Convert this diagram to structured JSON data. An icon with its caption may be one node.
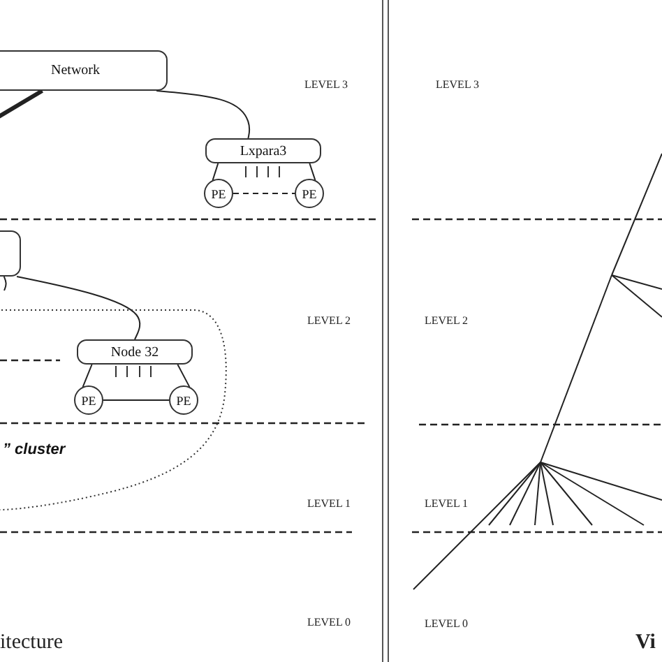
{
  "diagram": {
    "nodes": [
      {
        "text": [
          "Network"
        ]
      },
      {
        "text": [
          "Lxpara3"
        ]
      },
      {
        "text": [
          "PE"
        ]
      },
      {
        "text": [
          "PE"
        ]
      },
      {
        "text": [],
        "shape": "box"
      },
      {
        "text": [
          "” cluster"
        ]
      },
      {
        "text": [
          "Node 32"
        ],
        "in": 5
      },
      {
        "text": [
          "PE"
        ],
        "in": 5
      },
      {
        "text": [
          "PE"
        ],
        "in": 5
      }
    ],
    "edges": [
      {
        "from": 0,
        "to": 1,
        "arrow": "none"
      },
      {
        "from": 0,
        "to": null,
        "arrow": "none",
        "style": "thick"
      },
      {
        "from": 1,
        "to": 2,
        "arrow": "none"
      },
      {
        "from": 1,
        "to": 3,
        "arrow": "none"
      },
      {
        "from": 2,
        "to": 3,
        "arrow": "none",
        "style": "dashed"
      },
      {
        "from": 4,
        "to": 6,
        "arrow": "none"
      },
      {
        "from": 4,
        "to": null,
        "arrow": "none"
      },
      {
        "from": 6,
        "to": 7,
        "arrow": "none"
      },
      {
        "from": 6,
        "to": 8,
        "arrow": "none"
      },
      {
        "from": 7,
        "to": 8,
        "arrow": "none"
      }
    ],
    "labels": [
      "LEVEL 3",
      "LEVEL 3",
      "LEVEL 2",
      "LEVEL 2",
      "LEVEL 1",
      "LEVEL 1",
      "LEVEL 0",
      "LEVEL 0",
      "itecture",
      "Vi"
    ]
  }
}
